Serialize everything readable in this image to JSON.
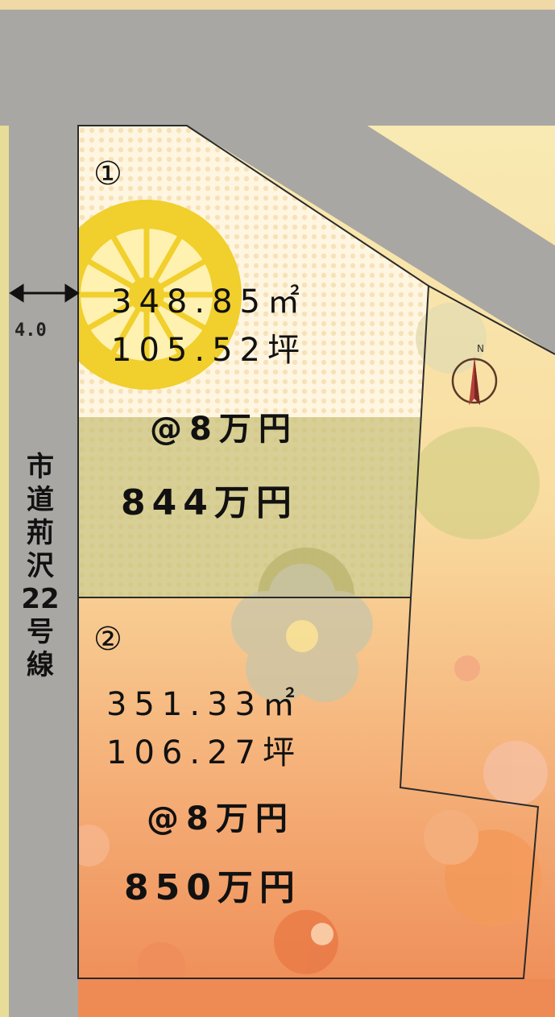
{
  "road": {
    "name_chars": [
      "市",
      "道",
      "荊",
      "沢",
      "22",
      "号",
      "線"
    ],
    "width": "4.0"
  },
  "lots": [
    {
      "number": "①",
      "area_m2": "348.85㎡",
      "area_tsubo": "105.52坪",
      "unit_price": "@8万円",
      "total_price": "844万円"
    },
    {
      "number": "②",
      "area_m2": "351.33㎡",
      "area_tsubo": "106.27坪",
      "unit_price": "@8万円",
      "total_price": "850万円"
    }
  ],
  "north_arrow": {
    "label": "N",
    "icon": "north-arrow-icon"
  },
  "colors": {
    "road": "#a9a7a3",
    "lot_boundary": "#2b2b2b",
    "background_upper": "#f3e9a6",
    "background_lower": "#f2a46a",
    "flower_yellow": "#f1cf2c",
    "olive_band": "#c9c27b"
  }
}
